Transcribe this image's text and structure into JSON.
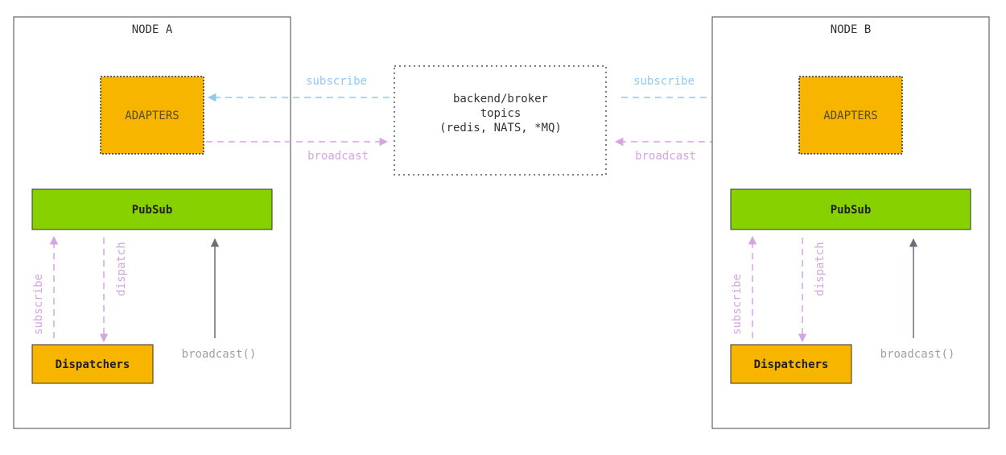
{
  "nodes": [
    {
      "title": "NODE A",
      "adapters_label": "ADAPTERS",
      "pubsub_label": "PubSub",
      "dispatchers_label": "Dispatchers",
      "subscribe_label": "subscribe",
      "dispatch_label": "dispatch",
      "broadcast_call_label": "broadcast()"
    },
    {
      "title": "NODE B",
      "adapters_label": "ADAPTERS",
      "pubsub_label": "PubSub",
      "dispatchers_label": "Dispatchers",
      "subscribe_label": "subscribe",
      "dispatch_label": "dispatch",
      "broadcast_call_label": "broadcast()"
    }
  ],
  "broker": {
    "line1": "backend/broker",
    "line2": "topics",
    "line3": "(redis, NATS, *MQ)"
  },
  "links": {
    "left_subscribe": "subscribe",
    "left_broadcast": "broadcast",
    "right_subscribe": "subscribe",
    "right_broadcast": "broadcast"
  },
  "colors": {
    "node_border": "#444444",
    "adapters_fill": "#f7b500",
    "pubsub_fill": "#88d100",
    "dispatchers_fill": "#f7b500",
    "subscribe_blue": "#8fc8f5",
    "purple": "#d3a6e0",
    "gray_arrow": "#6b6f76",
    "gray_text": "#a0a0a0",
    "dark_text": "#333333"
  }
}
